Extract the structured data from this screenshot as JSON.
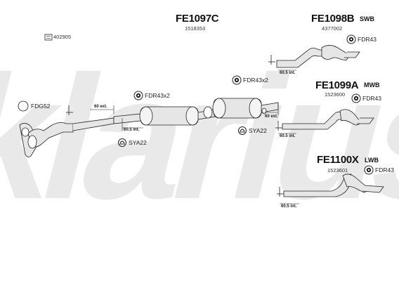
{
  "watermark": "klarius",
  "header": {
    "ref_box": "402905"
  },
  "kits": [
    {
      "code": "FE1097C",
      "oe": "1518353",
      "variant": ""
    },
    {
      "code": "FE1098B",
      "oe": "4377002",
      "variant": "SWB"
    },
    {
      "code": "FE1099A",
      "oe": "1523600",
      "variant": "MWB"
    },
    {
      "code": "FE1100X",
      "oe": "1523601",
      "variant": "LWB"
    }
  ],
  "fittings": {
    "fdg52": "FDG52",
    "fdr43x2_front": "FDR43x2",
    "fdr43x2_rear": "FDR43x2",
    "sya22_front": "SYA22",
    "sya22_rear": "SYA22",
    "fdr43_swb": "FDR43",
    "fdr43_mwb": "FDR43",
    "fdr43_lwb": "FDR43"
  },
  "dimensions": {
    "front_ext": "60 ext.",
    "front_int": "60.5 int.",
    "rear_ext": "60 ext.",
    "swb_int": "60.5 int.",
    "mwb_int": "60.5 int.",
    "lwb_int": "60.5 int."
  },
  "colors": {
    "pipe_fill": "#e6e6e6",
    "outline": "#222222",
    "watermark": "#e9e9e9"
  }
}
